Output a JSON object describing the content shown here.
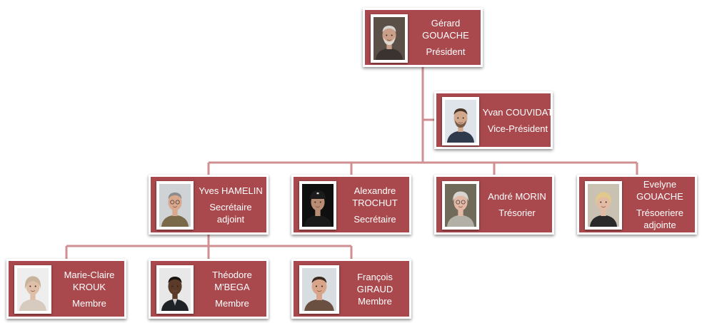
{
  "members": [
    {
      "id": "p1",
      "name_lines": [
        "Gérard",
        "GOUACHE"
      ],
      "role_lines": [
        "Président"
      ],
      "photo": "portrait-gray-hair-beard",
      "colors": {
        "bg": "#5a5048",
        "skin": "#c99f89",
        "hair": "#d9d6d2",
        "shirt": "#3a3330"
      }
    },
    {
      "id": "p2",
      "name_lines": [
        "Yvan COUVIDAT"
      ],
      "role_lines": [
        "Vice-Président"
      ],
      "photo": "portrait-young-man-stubble",
      "colors": {
        "bg": "#dfe4ea",
        "skin": "#d2a88c",
        "hair": "#4a3526",
        "shirt": "#2f3a4d"
      }
    },
    {
      "id": "p3",
      "name_lines": [
        "Yves HAMELIN"
      ],
      "role_lines": [
        "Secrétaire",
        "adjoint"
      ],
      "photo": "portrait-man-glasses",
      "colors": {
        "bg": "#cfd3d6",
        "skin": "#d9a88d",
        "hair": "#8c8c8c",
        "shirt": "#7a6a4a"
      }
    },
    {
      "id": "p4",
      "name_lines": [
        "Alexandre",
        "TROCHUT"
      ],
      "role_lines": [
        "Secrétaire"
      ],
      "photo": "portrait-man-black-cap",
      "colors": {
        "bg": "#0f0f0f",
        "skin": "#b98d74",
        "hair": "#1c1c1c",
        "shirt": "#1a1a1a"
      }
    },
    {
      "id": "p5",
      "name_lines": [
        "André MORIN"
      ],
      "role_lines": [
        "Trésorier"
      ],
      "photo": "portrait-woman-glasses",
      "colors": {
        "bg": "#6f6a5a",
        "skin": "#e3b9a6",
        "hair": "#d7d5d0",
        "shirt": "#b3b0a8"
      }
    },
    {
      "id": "p6",
      "name_lines": [
        "Evelyne",
        "GOUACHE"
      ],
      "role_lines": [
        "Trésoeriere",
        "adjointe"
      ],
      "photo": "portrait-blonde-woman",
      "colors": {
        "bg": "#c9c2b3",
        "skin": "#e2bba5",
        "hair": "#e0c98a",
        "shirt": "#2a2a2a"
      }
    },
    {
      "id": "p7",
      "name_lines": [
        "Marie-Claire",
        "KROUK"
      ],
      "role_lines": [
        "Membre"
      ],
      "photo": "portrait-woman-light",
      "colors": {
        "bg": "#eeeeee",
        "skin": "#dfbfa8",
        "hair": "#c9b39a",
        "shirt": "#d7cbc0"
      }
    },
    {
      "id": "p8",
      "name_lines": [
        "Théodore",
        "M'BEGA"
      ],
      "role_lines": [
        "Membre"
      ],
      "photo": "portrait-man-suit",
      "colors": {
        "bg": "#e8e8e8",
        "skin": "#5a3a28",
        "hair": "#1a1410",
        "shirt": "#1f2226"
      }
    },
    {
      "id": "p9",
      "name_lines": [
        "François",
        "GIRAUD",
        "Membre"
      ],
      "role_lines": [],
      "photo": "portrait-man-short-hair",
      "colors": {
        "bg": "#d8dde2",
        "skin": "#d8a48a",
        "hair": "#3a2a20",
        "shirt": "#6a5040"
      }
    }
  ],
  "colors": {
    "card": "#a9494d",
    "connector": "#d08f92",
    "text": "#ffffff"
  }
}
